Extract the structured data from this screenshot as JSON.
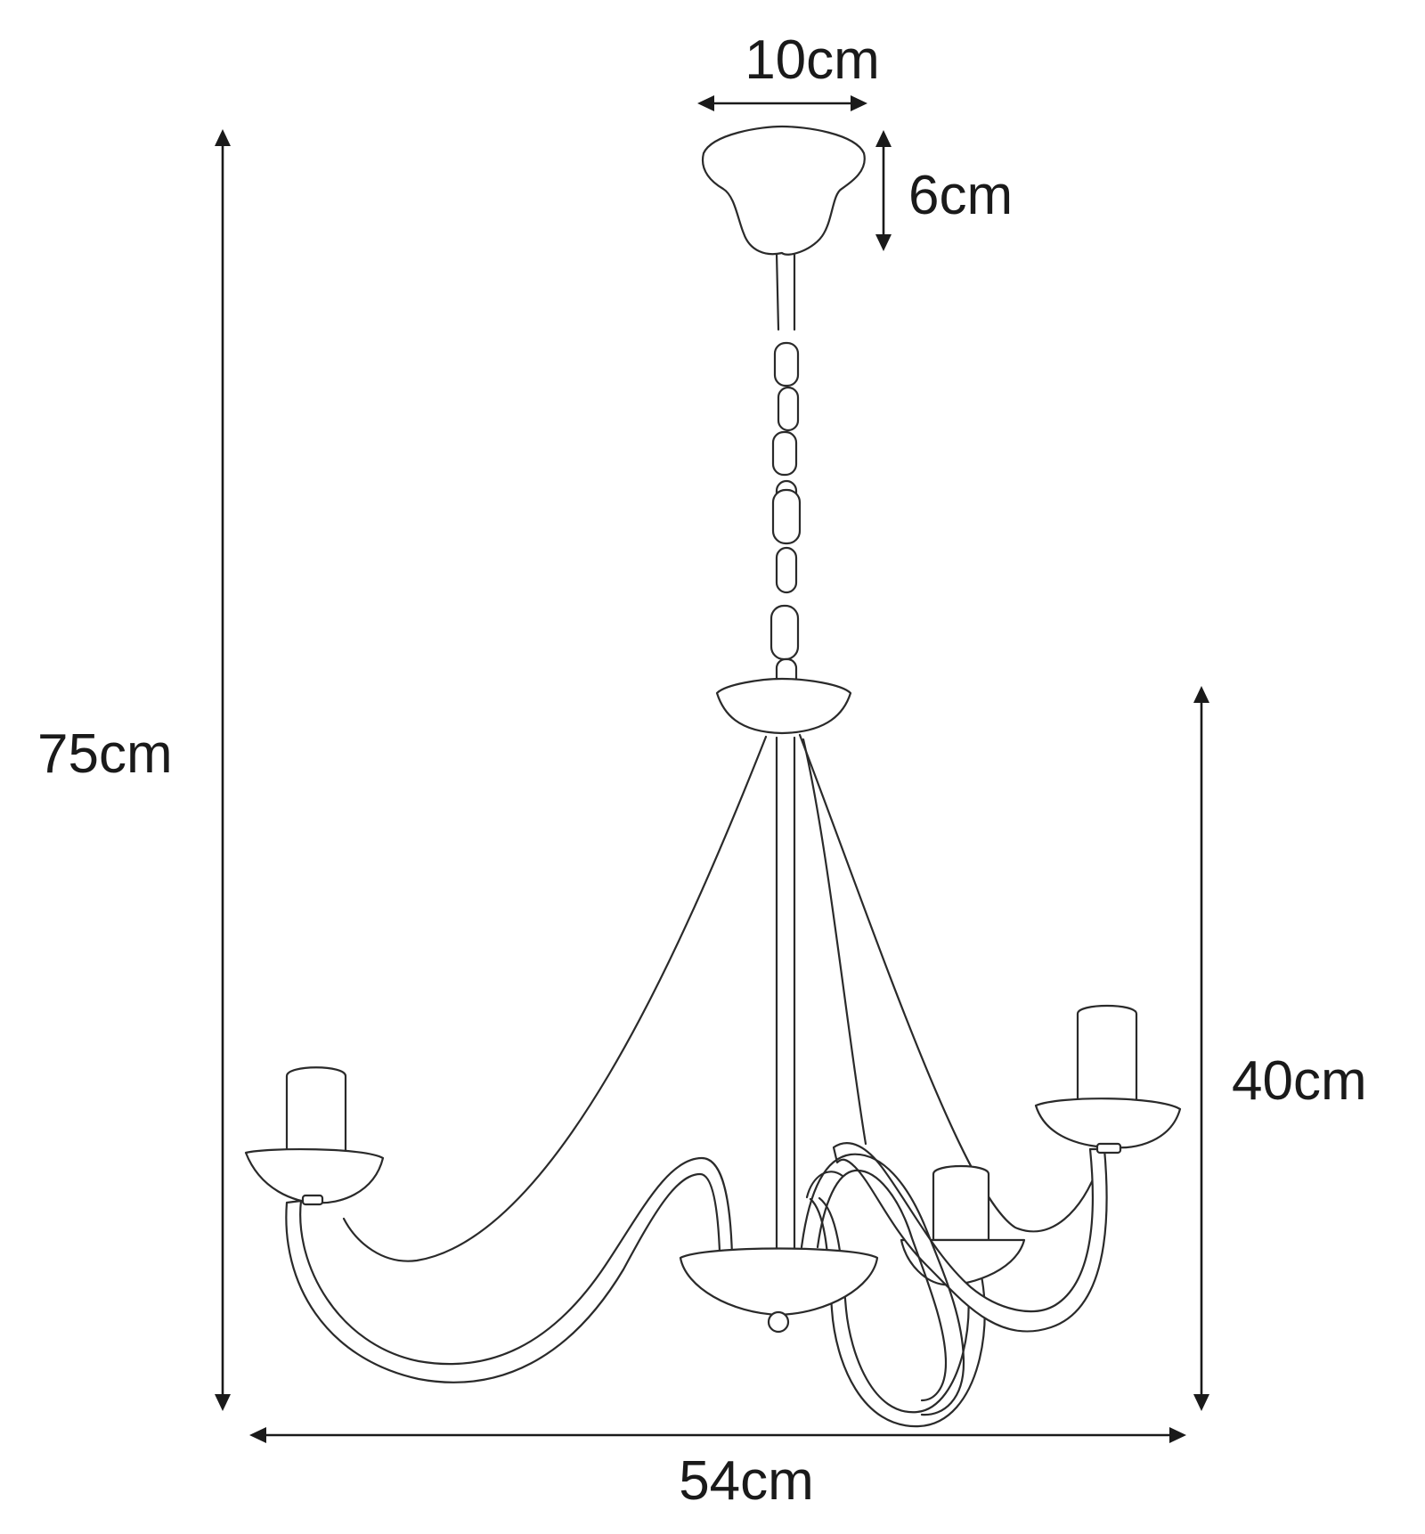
{
  "dimensions": {
    "canopy_width": "10cm",
    "canopy_height": "6cm",
    "total_height": "75cm",
    "body_height": "40cm",
    "total_width": "54cm"
  },
  "colors": {
    "background": "#ffffff",
    "line": "#2a2a2a"
  }
}
